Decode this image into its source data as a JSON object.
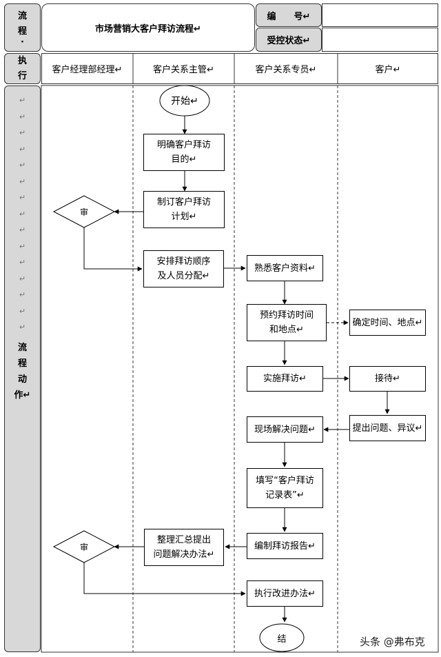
{
  "header": {
    "left_label": [
      "流",
      "程",
      "·"
    ],
    "title": "市场营销大客户拜访流程↵",
    "number_label": "编　　号↵",
    "status_label": "受控状态↵"
  },
  "lane_header": {
    "row_label": [
      "执",
      "行"
    ],
    "lanes": [
      "客户经理部经理↵",
      "客户关系主管↵",
      "客户关系专员↵",
      "客户↵"
    ]
  },
  "left_column": {
    "marks": [
      "↵",
      "↵",
      "↵",
      "↵",
      "↵",
      "↵",
      "↵",
      "↵",
      "↵",
      "↵",
      "↵",
      "↵",
      "↵",
      "↵",
      "↵"
    ],
    "label": [
      "流",
      "程",
      "动",
      "作↵"
    ]
  },
  "flow": {
    "start": "开始↵",
    "end": "结",
    "decision_1": "审",
    "decision_2": "审",
    "define_purpose": [
      "明确客户拜访",
      "目的↵"
    ],
    "make_plan": [
      "制订客户拜访",
      "计划↵"
    ],
    "arrange": [
      "安排拜访顺序",
      "及人员分配↵"
    ],
    "familiarize": "熟悉客户资料↵",
    "appointment": [
      "预约拜访时间",
      "和地点↵"
    ],
    "confirm": "确定时间、地点↵",
    "implement": "实施拜访↵",
    "reception": "接待↵",
    "raise_issues": "提出问题、异议↵",
    "solve_onsite": "现场解决问题↵",
    "fill_record": [
      "填写“客户拜访",
      "记录表”↵"
    ],
    "compile_report": "编制拜访报告↵",
    "summarize": [
      "整理汇总提出",
      "问题解决办法↵"
    ],
    "execute": "执行改进办法↵"
  },
  "watermark": "头条 @弗布克"
}
